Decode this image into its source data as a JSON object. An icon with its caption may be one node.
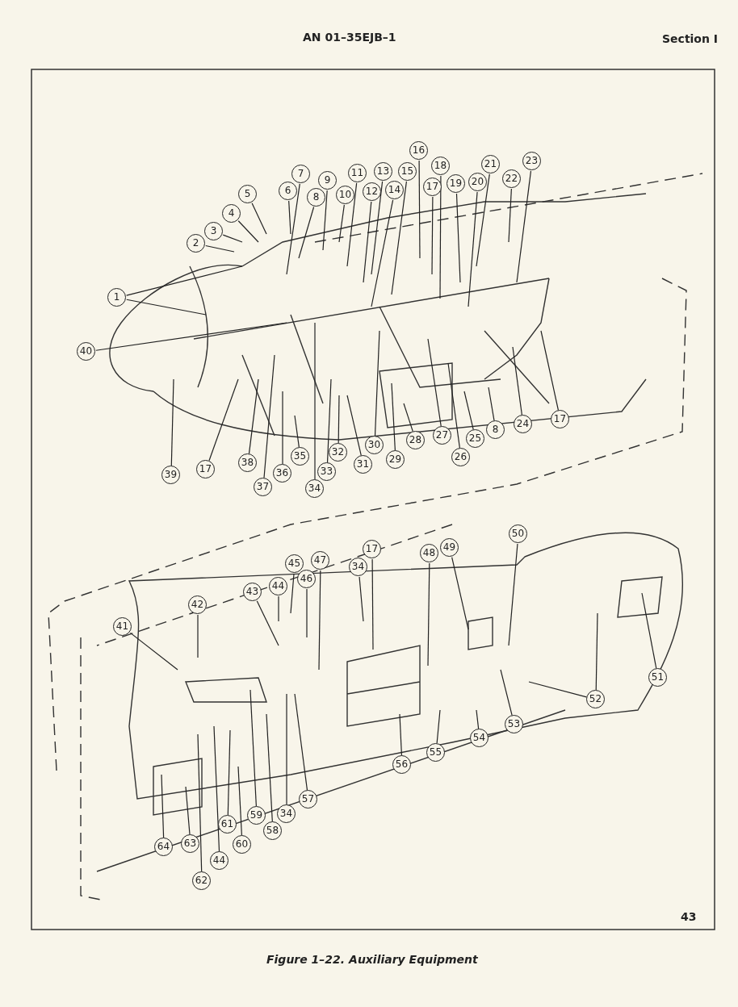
{
  "diagram": {
    "caption": "Figure 1–22. Auxiliary Equipment",
    "nodes": [
      {
        "text": [
          "1"
        ]
      },
      {
        "text": [
          "2"
        ]
      },
      {
        "text": [
          "3"
        ]
      },
      {
        "text": [
          "4"
        ]
      },
      {
        "text": [
          "5"
        ]
      },
      {
        "text": [
          "6"
        ]
      },
      {
        "text": [
          "7"
        ]
      },
      {
        "text": [
          "8"
        ]
      },
      {
        "text": [
          "9"
        ]
      },
      {
        "text": [
          "10"
        ]
      },
      {
        "text": [
          "11"
        ]
      },
      {
        "text": [
          "12"
        ]
      },
      {
        "text": [
          "13"
        ]
      },
      {
        "text": [
          "14"
        ]
      },
      {
        "text": [
          "15"
        ]
      },
      {
        "text": [
          "16"
        ]
      },
      {
        "text": [
          "17"
        ]
      },
      {
        "text": [
          "18"
        ]
      },
      {
        "text": [
          "19"
        ]
      },
      {
        "text": [
          "20"
        ]
      },
      {
        "text": [
          "21"
        ]
      },
      {
        "text": [
          "22"
        ]
      },
      {
        "text": [
          "23"
        ]
      },
      {
        "text": [
          "40"
        ]
      },
      {
        "text": [
          "24"
        ]
      },
      {
        "text": [
          "17"
        ]
      },
      {
        "text": [
          "8"
        ]
      },
      {
        "text": [
          "25"
        ]
      },
      {
        "text": [
          "26"
        ]
      },
      {
        "text": [
          "27"
        ]
      },
      {
        "text": [
          "28"
        ]
      },
      {
        "text": [
          "29"
        ]
      },
      {
        "text": [
          "30"
        ]
      },
      {
        "text": [
          "31"
        ]
      },
      {
        "text": [
          "32"
        ]
      },
      {
        "text": [
          "33"
        ]
      },
      {
        "text": [
          "34"
        ]
      },
      {
        "text": [
          "35"
        ]
      },
      {
        "text": [
          "36"
        ]
      },
      {
        "text": [
          "37"
        ]
      },
      {
        "text": [
          "38"
        ]
      },
      {
        "text": [
          "17"
        ]
      },
      {
        "text": [
          "39"
        ]
      },
      {
        "text": [
          "50"
        ]
      },
      {
        "text": [
          "17"
        ]
      },
      {
        "text": [
          "48"
        ]
      },
      {
        "text": [
          "49"
        ]
      },
      {
        "text": [
          "34"
        ]
      },
      {
        "text": [
          "47"
        ]
      },
      {
        "text": [
          "45"
        ]
      },
      {
        "text": [
          "44"
        ]
      },
      {
        "text": [
          "46"
        ]
      },
      {
        "text": [
          "43"
        ]
      },
      {
        "text": [
          "42"
        ]
      },
      {
        "text": [
          "41"
        ]
      },
      {
        "text": [
          "51"
        ]
      },
      {
        "text": [
          "52"
        ]
      },
      {
        "text": [
          "53"
        ]
      },
      {
        "text": [
          "54"
        ]
      },
      {
        "text": [
          "55"
        ]
      },
      {
        "text": [
          "56"
        ]
      },
      {
        "text": [
          "57"
        ]
      },
      {
        "text": [
          "34"
        ]
      },
      {
        "text": [
          "59"
        ]
      },
      {
        "text": [
          "58"
        ]
      },
      {
        "text": [
          "61"
        ]
      },
      {
        "text": [
          "60"
        ]
      },
      {
        "text": [
          "64"
        ]
      },
      {
        "text": [
          "63"
        ]
      },
      {
        "text": [
          "44"
        ]
      },
      {
        "text": [
          "62"
        ]
      }
    ],
    "edges": [
      {
        "from": 0,
        "to": null,
        "arrow": "none"
      },
      {
        "from": 0,
        "to": null,
        "arrow": "none"
      },
      {
        "from": 1,
        "to": null,
        "arrow": "none"
      },
      {
        "from": 2,
        "to": null,
        "arrow": "none"
      },
      {
        "from": 3,
        "to": null,
        "arrow": "none"
      },
      {
        "from": 4,
        "to": null,
        "arrow": "none"
      },
      {
        "from": 5,
        "to": null,
        "arrow": "none"
      },
      {
        "from": 6,
        "to": null,
        "arrow": "none"
      },
      {
        "from": 7,
        "to": null,
        "arrow": "none"
      },
      {
        "from": 8,
        "to": null,
        "arrow": "none"
      },
      {
        "from": 9,
        "to": null,
        "arrow": "none"
      },
      {
        "from": 10,
        "to": null,
        "arrow": "none"
      },
      {
        "from": 11,
        "to": null,
        "arrow": "none"
      },
      {
        "from": 12,
        "to": null,
        "arrow": "none"
      },
      {
        "from": 13,
        "to": null,
        "arrow": "none"
      },
      {
        "from": 14,
        "to": null,
        "arrow": "none"
      },
      {
        "from": 15,
        "to": null,
        "arrow": "none"
      },
      {
        "from": 16,
        "to": null,
        "arrow": "none"
      },
      {
        "from": 17,
        "to": null,
        "arrow": "none"
      },
      {
        "from": 18,
        "to": null,
        "arrow": "none"
      },
      {
        "from": 19,
        "to": null,
        "arrow": "none"
      },
      {
        "from": 20,
        "to": null,
        "arrow": "none"
      },
      {
        "from": 21,
        "to": null,
        "arrow": "none"
      },
      {
        "from": 22,
        "to": null,
        "arrow": "none"
      },
      {
        "from": 23,
        "to": null,
        "arrow": "none"
      },
      {
        "from": 24,
        "to": null,
        "arrow": "none"
      },
      {
        "from": 25,
        "to": null,
        "arrow": "none"
      },
      {
        "from": 26,
        "to": null,
        "arrow": "none"
      },
      {
        "from": 27,
        "to": null,
        "arrow": "none"
      },
      {
        "from": 28,
        "to": null,
        "arrow": "none"
      },
      {
        "from": 29,
        "to": null,
        "arrow": "none"
      },
      {
        "from": 30,
        "to": null,
        "arrow": "none"
      },
      {
        "from": 31,
        "to": null,
        "arrow": "none"
      },
      {
        "from": 32,
        "to": null,
        "arrow": "none"
      },
      {
        "from": 33,
        "to": null,
        "arrow": "none"
      },
      {
        "from": 34,
        "to": null,
        "arrow": "none"
      },
      {
        "from": 35,
        "to": null,
        "arrow": "none"
      },
      {
        "from": 36,
        "to": null,
        "arrow": "none"
      },
      {
        "from": 37,
        "to": null,
        "arrow": "none"
      },
      {
        "from": 38,
        "to": null,
        "arrow": "none"
      },
      {
        "from": 39,
        "to": null,
        "arrow": "none"
      },
      {
        "from": 40,
        "to": null,
        "arrow": "none"
      },
      {
        "from": 41,
        "to": null,
        "arrow": "none"
      },
      {
        "from": 42,
        "to": null,
        "arrow": "none"
      },
      {
        "from": 43,
        "to": null,
        "arrow": "none"
      },
      {
        "from": 44,
        "to": null,
        "arrow": "none"
      },
      {
        "from": 45,
        "to": null,
        "arrow": "none"
      },
      {
        "from": 46,
        "to": null,
        "arrow": "none"
      },
      {
        "from": 47,
        "to": null,
        "arrow": "none"
      },
      {
        "from": 48,
        "to": null,
        "arrow": "none"
      },
      {
        "from": 49,
        "to": null,
        "arrow": "none"
      },
      {
        "from": 50,
        "to": null,
        "arrow": "none"
      },
      {
        "from": 51,
        "to": null,
        "arrow": "none"
      },
      {
        "from": 52,
        "to": null,
        "arrow": "none"
      },
      {
        "from": 53,
        "to": null,
        "arrow": "none"
      },
      {
        "from": 54,
        "to": null,
        "arrow": "none"
      },
      {
        "from": 55,
        "to": null,
        "arrow": "none"
      },
      {
        "from": 56,
        "to": null,
        "arrow": "none"
      },
      {
        "from": 56,
        "to": null,
        "arrow": "none"
      },
      {
        "from": 57,
        "to": null,
        "arrow": "none"
      },
      {
        "from": 58,
        "to": null,
        "arrow": "none"
      },
      {
        "from": 59,
        "to": null,
        "arrow": "none"
      },
      {
        "from": 60,
        "to": null,
        "arrow": "none"
      },
      {
        "from": 61,
        "to": null,
        "arrow": "none"
      },
      {
        "from": 62,
        "to": null,
        "arrow": "none"
      },
      {
        "from": 63,
        "to": null,
        "arrow": "none"
      },
      {
        "from": 64,
        "to": null,
        "arrow": "none"
      },
      {
        "from": 65,
        "to": null,
        "arrow": "none"
      },
      {
        "from": 66,
        "to": null,
        "arrow": "none"
      },
      {
        "from": 67,
        "to": null,
        "arrow": "none"
      },
      {
        "from": 68,
        "to": null,
        "arrow": "none"
      },
      {
        "from": 69,
        "to": null,
        "arrow": "none"
      },
      {
        "from": 70,
        "to": null,
        "arrow": "none"
      }
    ],
    "labels": [
      "AN 01–35EJB–1",
      "Section I",
      "43"
    ]
  }
}
